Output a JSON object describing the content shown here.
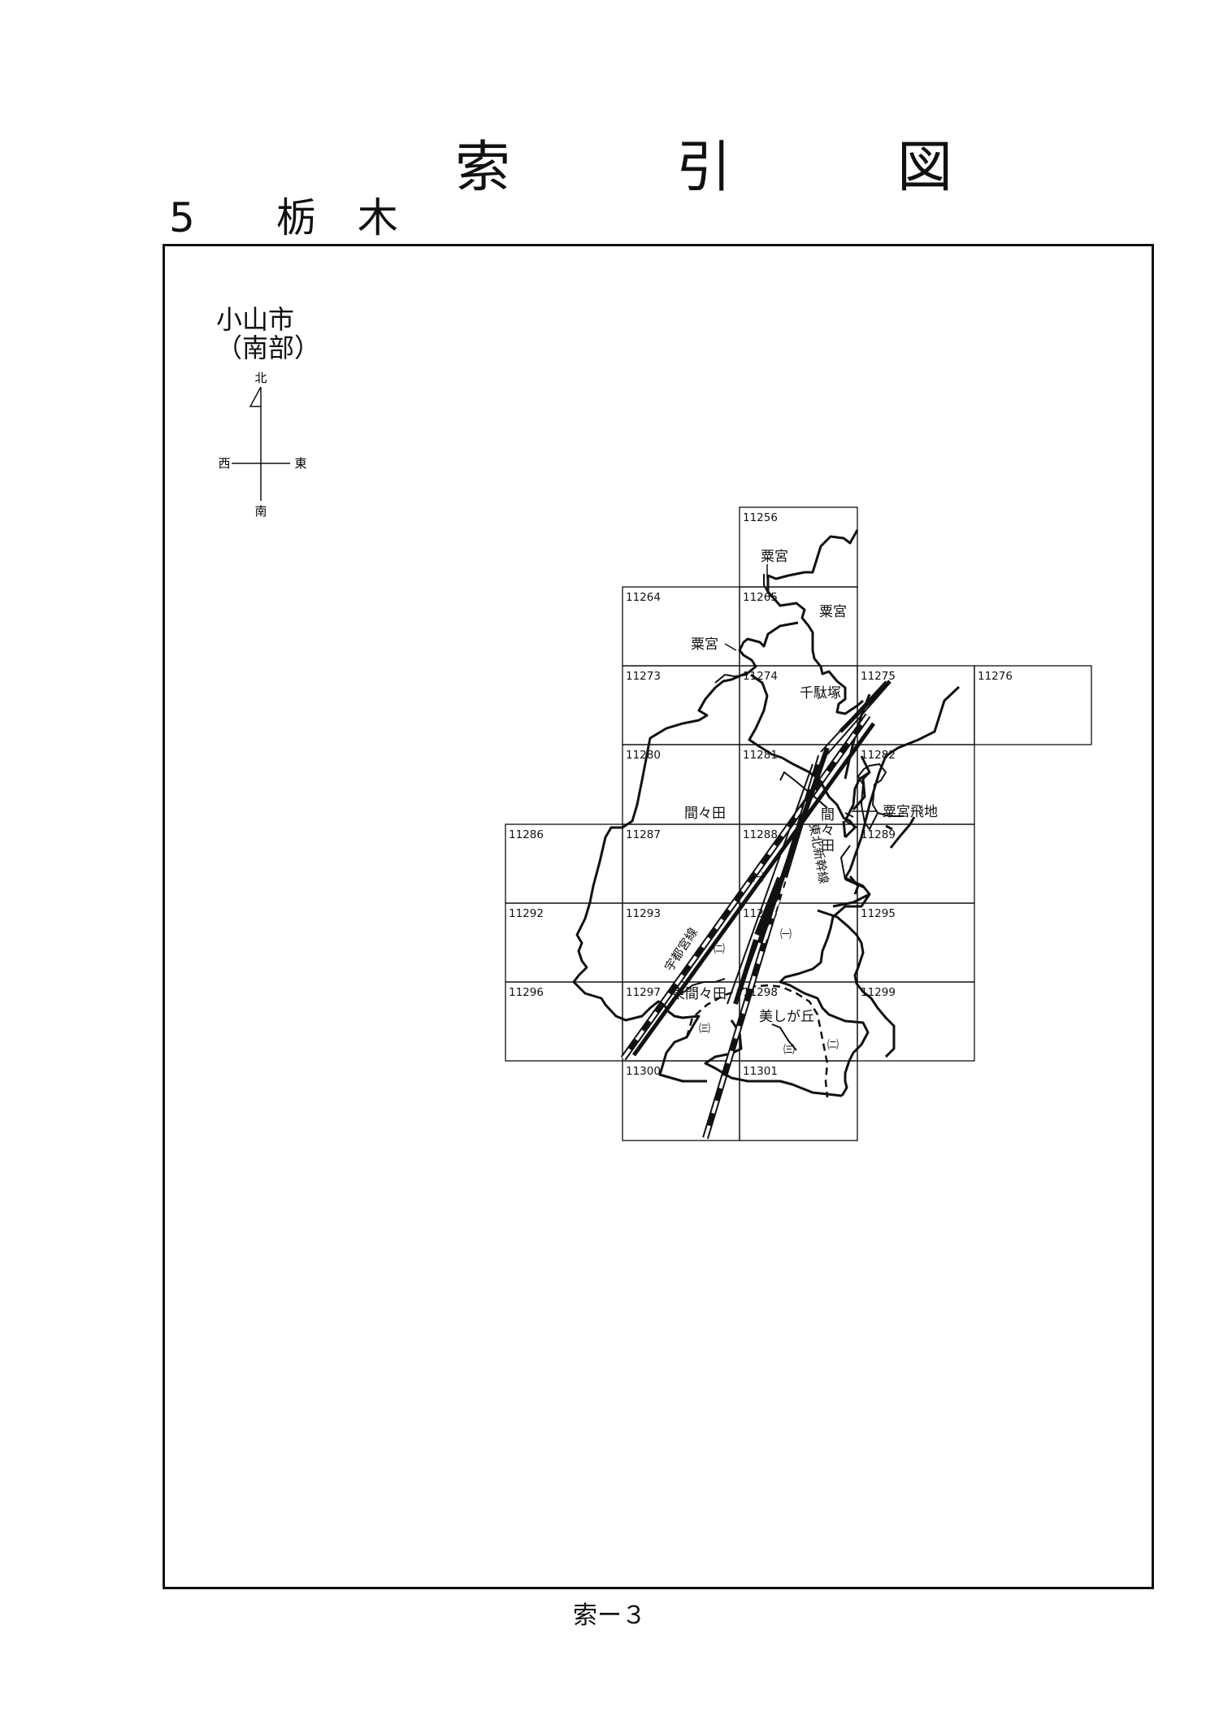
{
  "header": {
    "title": "索　　　引　　　図",
    "prefecture": "5　　栃　木"
  },
  "city": {
    "name_line1": "小山市",
    "name_line2": "（南部）"
  },
  "compass": {
    "north": "北",
    "south": "南",
    "east": "東",
    "west": "西"
  },
  "sheets": [
    "11256",
    "11264",
    "11265",
    "11273",
    "11274",
    "11275",
    "11276",
    "11280",
    "11281",
    "11282",
    "11286",
    "11287",
    "11288",
    "11289",
    "11292",
    "11293",
    "11294",
    "11295",
    "11296",
    "11297",
    "11298",
    "11299",
    "11300",
    "11301"
  ],
  "place_labels": {
    "kurimiya_top": "粟宮",
    "kurimiya_right": "粟宮",
    "kurimiya_left": "粟宮",
    "sendazuka": "千駄塚",
    "kurimiya_tobichi": "粟宮飛地",
    "mamada_left": "間々田",
    "mamada_v1": "間",
    "mamada_v2": "々",
    "mamada_v3": "田",
    "higashi_mamada": "東間々田",
    "utsukushigaoka": "美しが丘",
    "chome_1a": "㈠",
    "chome_1b": "㈠",
    "chome_2a": "㈡",
    "chome_2b": "㈡",
    "chome_3a": "㈢",
    "chome_3b": "㈢"
  },
  "rail_labels": {
    "tohoku_shinkansen": "東北新幹線",
    "utsunomiya_line": "宇都宮線"
  },
  "footer": {
    "page_number": "索ー３"
  }
}
